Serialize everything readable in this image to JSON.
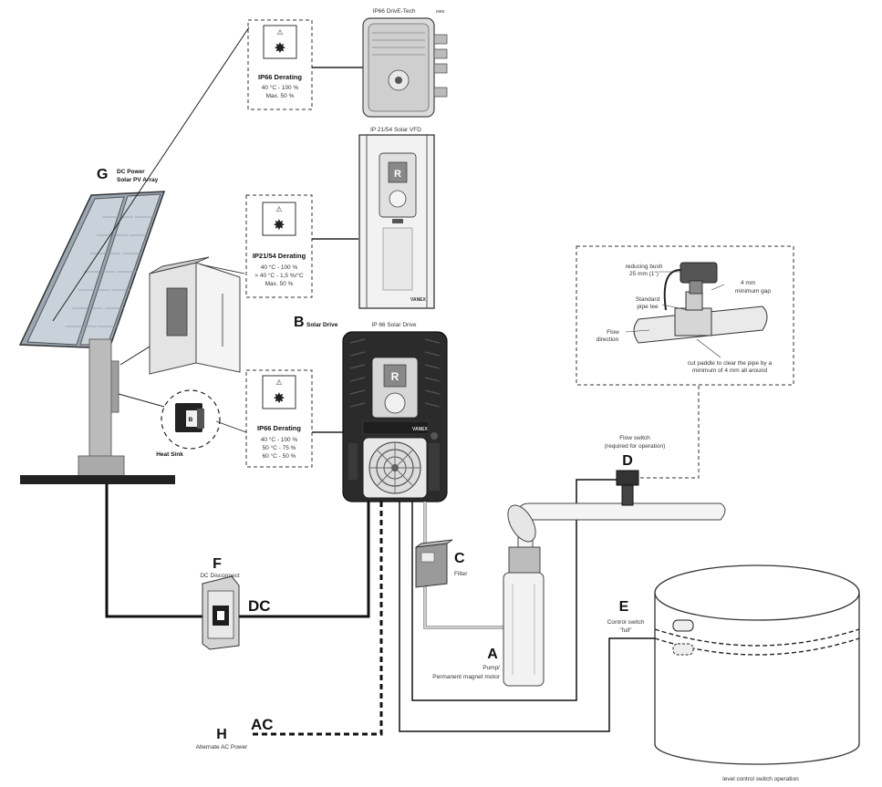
{
  "components": {
    "drive_tech": {
      "title": "IP66 DrivE-Tech",
      "title_suffix": "MINI"
    },
    "vfd": {
      "title": "IP 21/54 Solar VFD",
      "brand": "VANEX"
    },
    "solar_drive": {
      "letter": "B",
      "label": "Solar Drive",
      "model": "IP 66 Solar Drive",
      "brand": "VANEX"
    },
    "pv_array": {
      "letter": "G",
      "label_line1": "DC Power",
      "label_line2": "Solar PV Array"
    },
    "heat_sink": {
      "letter": "B",
      "label": "Heat Sink"
    },
    "dc_disconnect": {
      "letter": "F",
      "label": "DC Disconnect"
    },
    "dc_label": "DC",
    "ac_label": "AC",
    "alt_ac": {
      "letter": "H",
      "label": "Alternate AC Power"
    },
    "filter": {
      "letter": "C",
      "label": "Filter"
    },
    "pump": {
      "letter": "A",
      "label_line1": "Pump/",
      "label_line2": "Permanent magnet motor"
    },
    "flow_switch": {
      "letter": "D",
      "label_line1": "Flow switch",
      "label_line2": "(required for operation)"
    },
    "control_switch": {
      "letter": "E",
      "label_line1": "Control switch",
      "label_line2": "\"full\""
    },
    "tank_caption": "level control switch operation"
  },
  "derating": [
    {
      "title": "IP66 Derating",
      "lines": [
        "40 °C  - 100 %",
        "Max. 50 %"
      ]
    },
    {
      "title": "IP21/54 Derating",
      "lines": [
        "40 °C  - 100 %",
        "> 40 °C - 1,5 %/°C",
        "Max. 50 %"
      ]
    },
    {
      "title": "IP66 Derating",
      "lines": [
        "40 °C  - 100 %",
        "50 °C  -  75 %",
        "60 °C  -  50 %"
      ]
    }
  ],
  "flow_detail": {
    "reducing_bush_1": "reducing bush",
    "reducing_bush_2": "25 mm (1\")",
    "gap_1": "4 mm",
    "gap_2": "minimum gap",
    "tee_1": "Standard",
    "tee_2": "pipe tee",
    "flow_1": "Flow",
    "flow_2": "direction",
    "paddle_1": "cut paddle to clear the pipe by a",
    "paddle_2": "minimum of 4 mm all around"
  },
  "colors": {
    "cable": "#111111",
    "frame": "#555555",
    "device_dark": "#2b2b2b",
    "device_light": "#e6e6e6"
  }
}
